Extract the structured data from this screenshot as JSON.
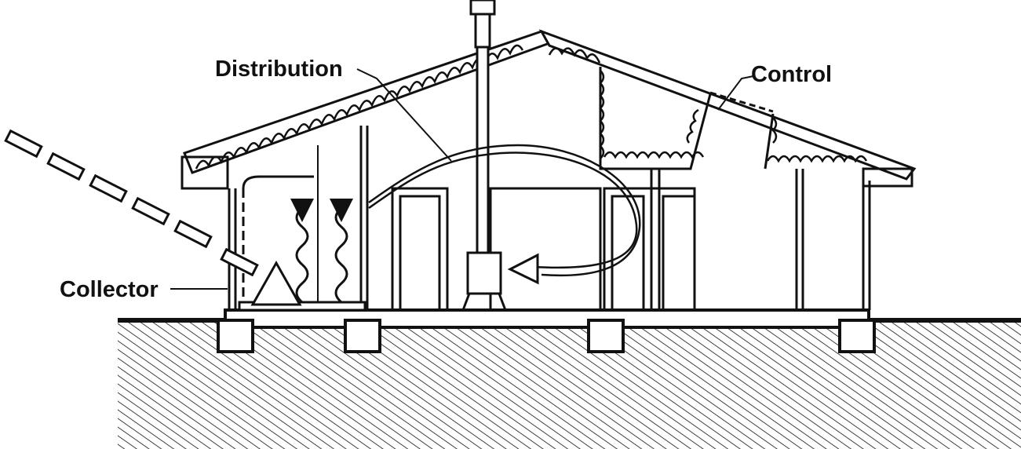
{
  "labels": {
    "distribution": "Distribution",
    "control": "Control",
    "collector": "Collector"
  }
}
